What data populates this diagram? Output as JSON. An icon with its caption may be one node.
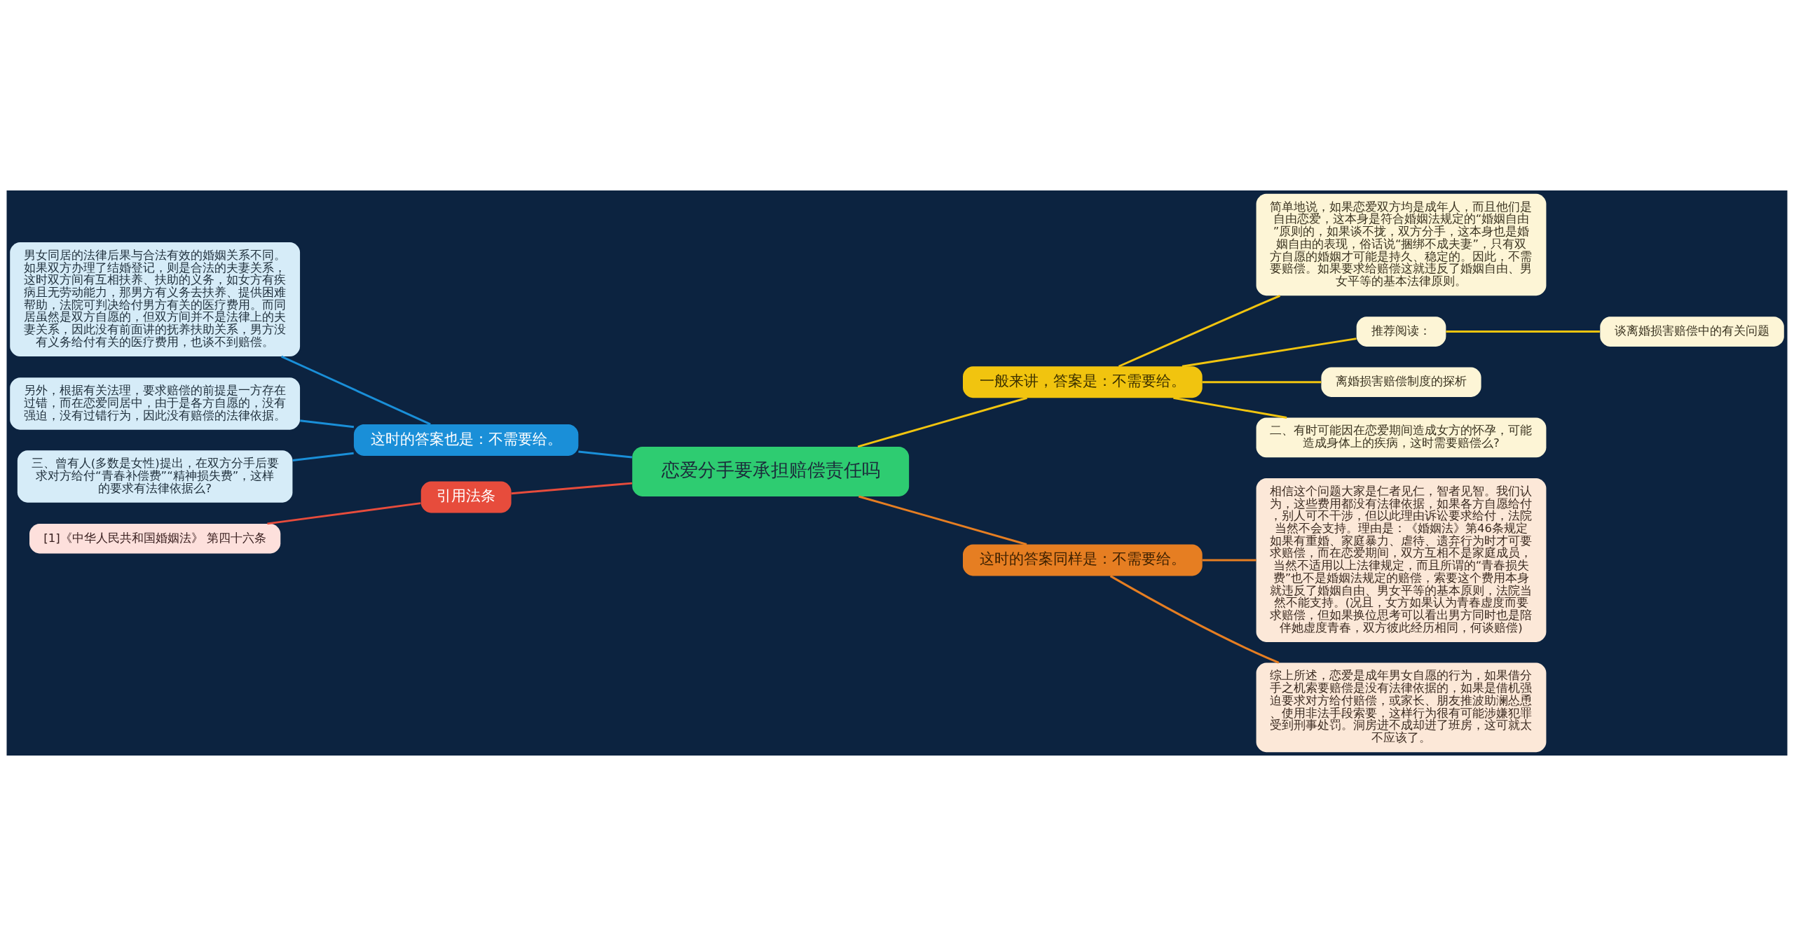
{
  "diagram": {
    "nodes": [
      {
        "text": [
          "恋爱分手要承担赔偿责任吗"
        ]
      },
      {
        "text": [
          "一般来讲，答案是：不需要给。"
        ]
      },
      {
        "text": [
          "简单地说，如果恋爱双方均是成年人，而且他们是自由恋爱，这本身是符合婚姻法规定的“婚姻自由”原则的，如果谈不拢，双方分手，这本身也是婚姻自由的表现，俗话说“捆绑不成夫妻”，只有双方自愿的婚姻才可能是持久、稳定的。因此，不需要赔偿。如果要求给赔偿这就违反了婚姻自由、男女平等的基本法律原则。"
        ]
      },
      {
        "text": [
          "推荐阅读："
        ]
      },
      {
        "text": [
          "谈离婚损害赔偿中的有关问题"
        ]
      },
      {
        "text": [
          "离婚损害赔偿制度的探析"
        ]
      },
      {
        "text": [
          "二、有时可能因在恋爱期间造成女方的怀孕，可能造成身体上的疾病，这时需要赔偿么?"
        ]
      },
      {
        "text": [
          "这时的答案同样是：不需要给。"
        ]
      },
      {
        "text": [
          "相信这个问题大家是仁者见仁，智者见智。我们认为，这些费用都没有法律依据，如果各方自愿给付，别人可不干涉，但以此理由诉讼要求给付，法院当然不会支持。理由是：《婚姻法》第46条规定如果有重婚、家庭暴力、虐待、遗弃行为时才可要求赔偿，而在恋爱期间，双方互相不是家庭成员，当然不适用以上法律规定，而且所谓的“青春损失费”也不是婚姻法规定的赔偿，索要这个费用本身就违反了婚姻自由、男女平等的基本原则，法院当然不能支持。(况且，女方如果认为青春虚度而要求赔偿，但如果换位思考可以看出男方同时也是陪伴她虚度青春，双方彼此经历相同，何谈赔偿)"
        ]
      },
      {
        "text": [
          "综上所述，恋爱是成年男女自愿的行为，如果借分手之机索要赔偿是没有法律依据的，如果是借机强迫要求对方给付赔偿，或家长、朋友推波助澜怂恿、使用非法手段索要，这样行为很有可能涉嫌犯罪受到刑事处罚。洞房进不成却进了班房，这可就太不应该了。"
        ]
      },
      {
        "text": [
          "这时的答案也是：不需要给。"
        ]
      },
      {
        "text": [
          "男女同居的法律后果与合法有效的婚姻关系不同。如果双方办理了结婚登记，则是合法的夫妻关系，这时双方间有互相扶养、扶助的义务，如女方有疾病且无劳动能力，那男方有义务去扶养、提供困难帮助，法院可判决给付男方有关的医疗费用。而同居虽然是双方自愿的，但双方间并不是法律上的夫妻关系，因此没有前面讲的抚养扶助关系，男方没有义务给付有关的医疗费用，也谈不到赔偿。"
        ]
      },
      {
        "text": [
          "另外，根据有关法理，要求赔偿的前提是一方存在过错，而在恋爱同居中，由于是各方自愿的，没有强迫，没有过错行为，因此没有赔偿的法律依据。"
        ]
      },
      {
        "text": [
          "三、曾有人(多数是女性)提出，在双方分手后要求对方给付“青春补偿费”“精神损失费”，这样的要求有法律依据么?"
        ]
      },
      {
        "text": [
          "引用法条"
        ]
      },
      {
        "text": [
          "[1]《中华人民共和国婚姻法》 第四十六条"
        ]
      }
    ],
    "edges": [
      {
        "from": 0,
        "to": 1,
        "arrow": "none",
        "color": "#f1c40f"
      },
      {
        "from": 1,
        "to": 2,
        "arrow": "none",
        "color": "#f1c40f"
      },
      {
        "from": 1,
        "to": 3,
        "arrow": "none",
        "color": "#f1c40f"
      },
      {
        "from": 3,
        "to": 4,
        "arrow": "none",
        "color": "#f1c40f"
      },
      {
        "from": 1,
        "to": 5,
        "arrow": "none",
        "color": "#f1c40f"
      },
      {
        "from": 1,
        "to": 6,
        "arrow": "none",
        "color": "#f1c40f"
      },
      {
        "from": 0,
        "to": 7,
        "arrow": "none",
        "color": "#e67e22"
      },
      {
        "from": 7,
        "to": 8,
        "arrow": "none",
        "color": "#e67e22"
      },
      {
        "from": 7,
        "to": 9,
        "arrow": "none",
        "color": "#e67e22"
      },
      {
        "from": 0,
        "to": 10,
        "arrow": "none",
        "color": "#1a8fd8"
      },
      {
        "from": 10,
        "to": 11,
        "arrow": "none",
        "color": "#1a8fd8"
      },
      {
        "from": 10,
        "to": 12,
        "arrow": "none",
        "color": "#1a8fd8"
      },
      {
        "from": 10,
        "to": 13,
        "arrow": "none",
        "color": "#1a8fd8"
      },
      {
        "from": 0,
        "to": 14,
        "arrow": "none",
        "color": "#e74c3c"
      },
      {
        "from": 14,
        "to": 15,
        "arrow": "none",
        "color": "#e74c3c"
      }
    ]
  }
}
